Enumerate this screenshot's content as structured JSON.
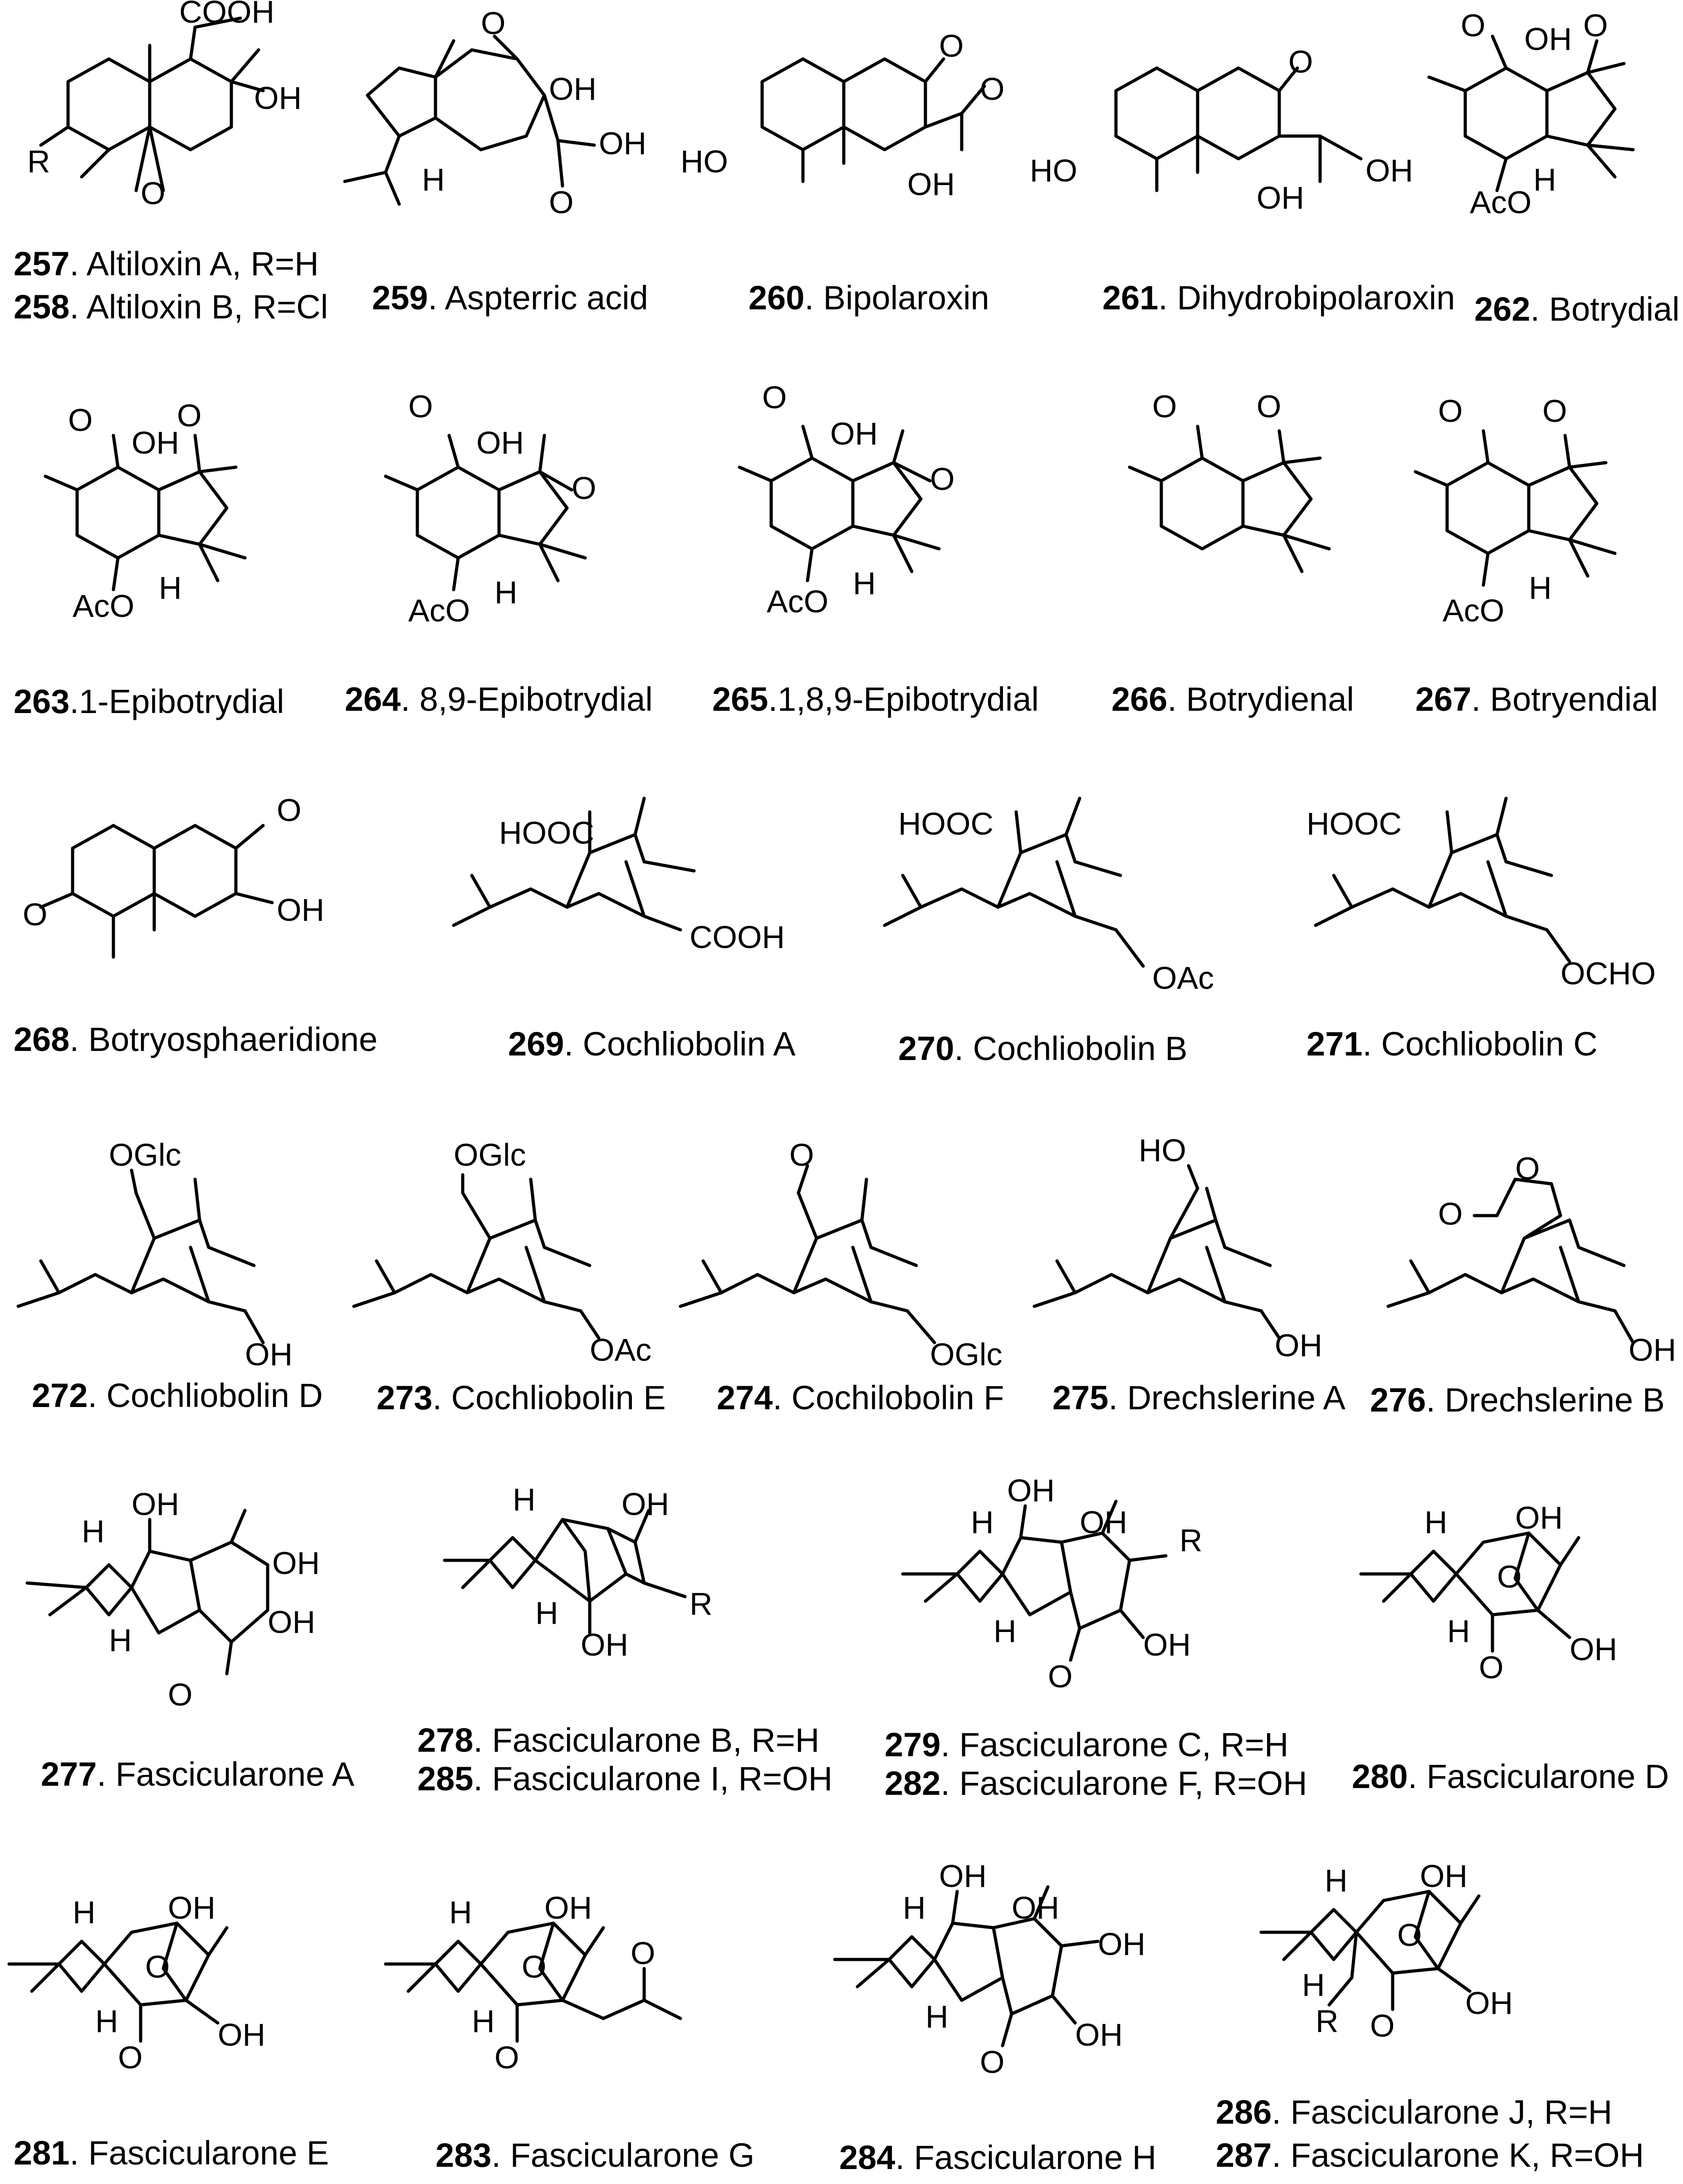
{
  "compounds": [
    {
      "num": "257",
      "label": ". Altiloxin A, R=H"
    },
    {
      "num": "258",
      "label": ". Altiloxin B, R=Cl"
    },
    {
      "num": "259",
      "label": ". Aspterric acid"
    },
    {
      "num": "260",
      "label": ". Bipolaroxin"
    },
    {
      "num": "261",
      "label": ". Dihydrobipolaroxin"
    },
    {
      "num": "262",
      "label": ". Botrydial"
    },
    {
      "num": "263",
      "label": ".1-Epibotrydial"
    },
    {
      "num": "264",
      "label": ". 8,9-Epibotrydial"
    },
    {
      "num": "265",
      "label": ".1,8,9-Epibotrydial"
    },
    {
      "num": "266",
      "label": ". Botrydienal"
    },
    {
      "num": "267",
      "label": ". Botryendial"
    },
    {
      "num": "268",
      "label": ". Botryosphaeridione"
    },
    {
      "num": "269",
      "label": ". Cochliobolin A"
    },
    {
      "num": "270",
      "label": ". Cochliobolin B"
    },
    {
      "num": "271",
      "label": ". Cochliobolin C"
    },
    {
      "num": "272",
      "label": ". Cochliobolin D"
    },
    {
      "num": "273",
      "label": ". Cochliobolin E"
    },
    {
      "num": "274",
      "label": ". Cochilobolin F"
    },
    {
      "num": "275",
      "label": ". Drechslerine A"
    },
    {
      "num": "276",
      "label": ". Drechslerine B"
    },
    {
      "num": "277",
      "label": ". Fascicularone A"
    },
    {
      "num": "278",
      "label": ". Fascicularone B, R=H"
    },
    {
      "num": "285",
      "label": ". Fascicularone I, R=OH"
    },
    {
      "num": "279",
      "label": ". Fascicularone C, R=H"
    },
    {
      "num": "282",
      "label": ". Fascicularone F, R=OH"
    },
    {
      "num": "280",
      "label": ". Fascicularone D"
    },
    {
      "num": "281",
      "label": ". Fascicularone E"
    },
    {
      "num": "283",
      "label": ". Fascicularone G"
    },
    {
      "num": "284",
      "label": ". Fascicularone H"
    },
    {
      "num": "286",
      "label": ". Fascicularone J, R=H"
    },
    {
      "num": "287",
      "label": ". Fascicularone K, R=OH"
    }
  ],
  "atoms": {
    "cooh": "COOH",
    "oh": "OH",
    "ho": "HO",
    "o": "O",
    "r": "R",
    "h": "H",
    "aco": "AcO",
    "oac": "OAc",
    "hooc": "HOOC",
    "ocho": "OCHO",
    "oglc": "OGlc"
  }
}
